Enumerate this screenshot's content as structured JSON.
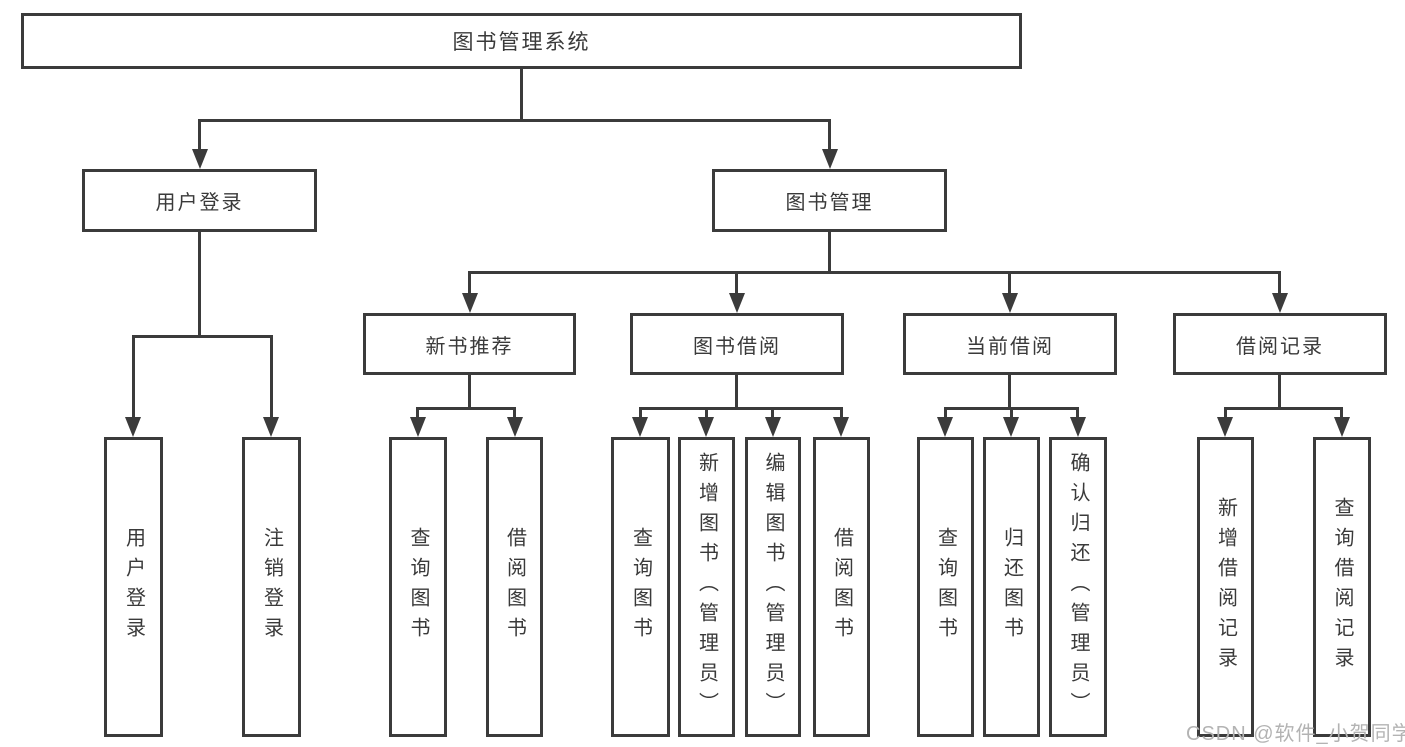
{
  "diagram_type": "hierarchy-tree",
  "tree": {
    "label": "图书管理系统",
    "children": [
      {
        "label": "用户登录",
        "children": [
          {
            "label": "用户登录"
          },
          {
            "label": "注销登录"
          }
        ]
      },
      {
        "label": "图书管理",
        "children": [
          {
            "label": "新书推荐",
            "children": [
              {
                "label": "查询图书"
              },
              {
                "label": "借阅图书"
              }
            ]
          },
          {
            "label": "图书借阅",
            "children": [
              {
                "label": "查询图书"
              },
              {
                "label": "新增图书（管理员）"
              },
              {
                "label": "编辑图书（管理员）"
              },
              {
                "label": "借阅图书"
              }
            ]
          },
          {
            "label": "当前借阅",
            "children": [
              {
                "label": "查询图书"
              },
              {
                "label": "归还图书"
              },
              {
                "label": "确认归还（管理员）"
              }
            ]
          },
          {
            "label": "借阅记录",
            "children": [
              {
                "label": "新增借阅记录"
              },
              {
                "label": "查询借阅记录"
              }
            ]
          }
        ]
      }
    ]
  },
  "watermark": {
    "text": "CSDN @软件_小贺同学"
  },
  "colors": {
    "line": "#3b3b3b",
    "text": "#3a3a3a",
    "background": "#ffffff",
    "watermark": "#b3b3b3"
  }
}
